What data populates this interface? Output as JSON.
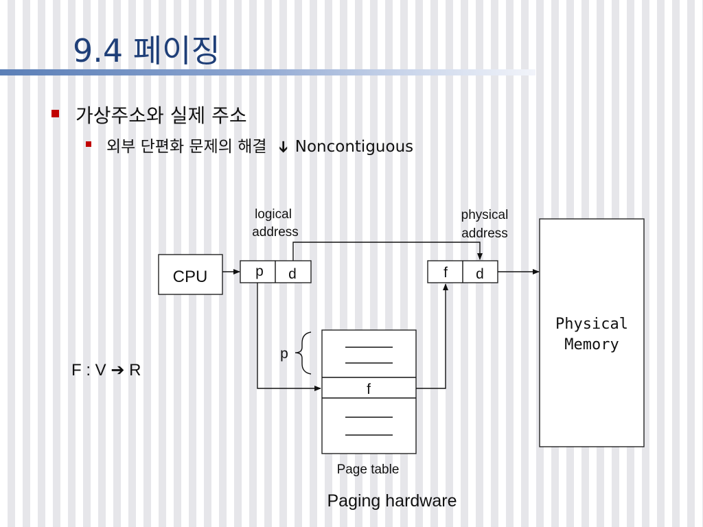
{
  "slide": {
    "title": "9.4 페이징",
    "bullet_main": "가상주소와 실제 주소",
    "bullet_sub": "외부 단편화 문제의 해결",
    "bullet_sub_arrow": "➔",
    "bullet_sub_result": "Noncontiguous",
    "fv_text": "F : V",
    "fv_arrow": "➔",
    "fv_result": "R"
  },
  "diagram": {
    "cpu_label": "CPU",
    "logical_address_line1": "logical",
    "logical_address_line2": "address",
    "physical_address_line1": "physical",
    "physical_address_line2": "address",
    "logical_p": "p",
    "logical_d": "d",
    "physical_f": "f",
    "physical_d": "d",
    "page_index_label": "p",
    "page_table_entry": "f",
    "page_table_label": "Page table",
    "memory_line1": "Physical",
    "memory_line2": "Memory",
    "caption": "Paging hardware"
  },
  "colors": {
    "title": "#1f3f78",
    "bullet": "#c00000",
    "title_bar_start": "#5b7fb7"
  }
}
